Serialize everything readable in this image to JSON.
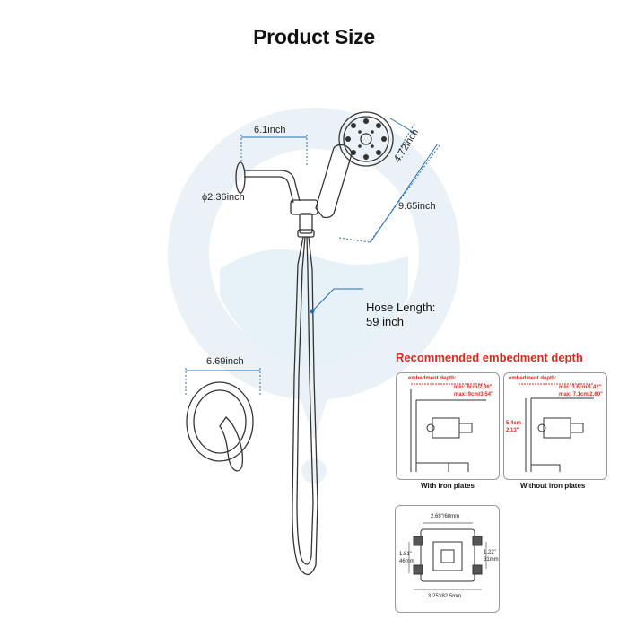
{
  "title": "Product Size",
  "dimensions": {
    "arm_length": "6.1inch",
    "flange_diameter": "ϕ2.36inch",
    "head_diameter": "4.72inch",
    "handle_length": "9.65inch",
    "hose_label": "Hose Length:",
    "hose_value": "59 inch",
    "trim_width": "6.69inch"
  },
  "embedment": {
    "title": "Recommended embedment depth",
    "left_panel": {
      "label": "embedment depth:",
      "min": "min: 6cm/2.36\"",
      "max": "max: 9cm/3.54\"",
      "caption": "With iron plates"
    },
    "right_panel": {
      "label": "embedment depth:",
      "min": "min: 3.6cm/1.42\"",
      "max": "max: 7.1cm/2.60\"",
      "side": "5.4cm",
      "side2": "2.13\"",
      "caption": "Without iron plates"
    },
    "valve_panel": {
      "top": "2.68\"/68mm",
      "left1": "1.81\"",
      "left2": "46mm",
      "right1": "1.22\"",
      "right2": "31mm",
      "bottom": "3.25\"/82.5mm"
    }
  },
  "colors": {
    "accent_red": "#d62b1f",
    "dim_blue": "#2a6fb5",
    "watermark": "#e9f1f6"
  }
}
